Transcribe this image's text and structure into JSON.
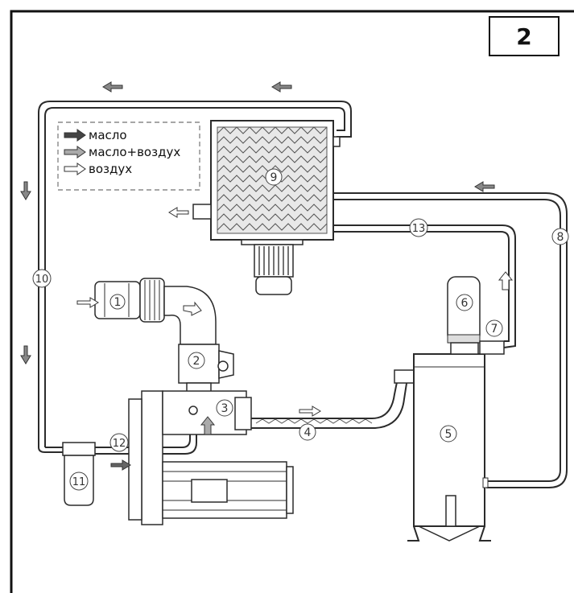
{
  "figure_number": "2",
  "legend": {
    "items": [
      {
        "label": "масло",
        "arrow": "solid"
      },
      {
        "label": "масло+воздух",
        "arrow": "gray"
      },
      {
        "label": "воздух",
        "arrow": "outline"
      }
    ]
  },
  "labels": [
    "1",
    "2",
    "3",
    "4",
    "5",
    "6",
    "7",
    "8",
    "9",
    "10",
    "11",
    "12",
    "13"
  ],
  "colors": {
    "line": "#2b2b2b",
    "frame": "#111111",
    "fill": "#ffffff",
    "gray": "#9a9a9a",
    "dark": "#444444"
  }
}
